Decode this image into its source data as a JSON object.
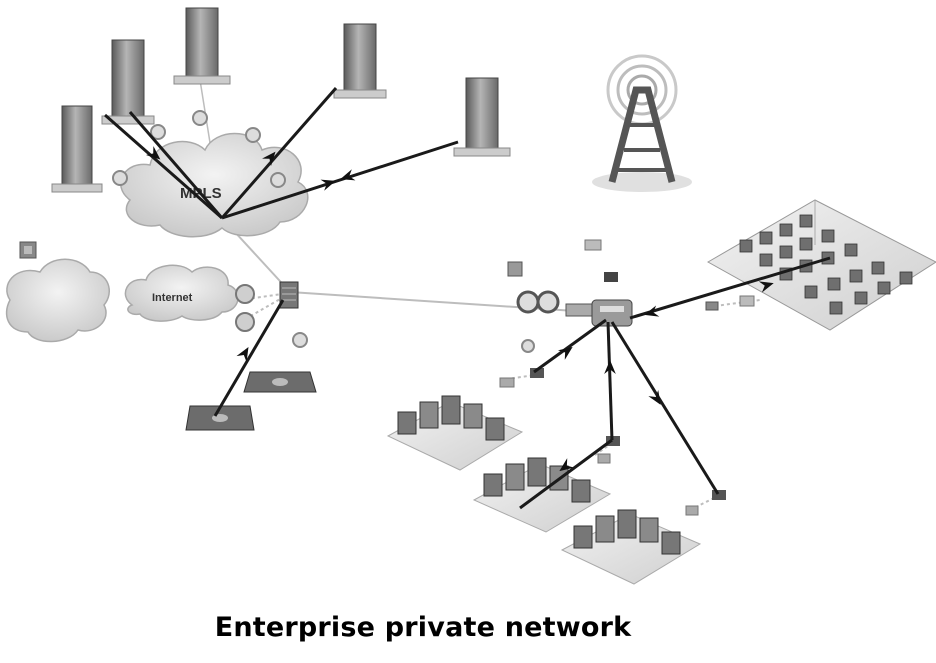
{
  "diagram": {
    "caption": "Enterprise private network",
    "clouds": {
      "mpls_label": "MPLS",
      "internet_label": "Internet"
    }
  },
  "colors": {
    "background": "#ffffff",
    "link": "#1a1a1a",
    "thin_link": "#bdbdbd",
    "cloud_fill": "#d9d9d9",
    "device_gray": "#8a8a8a"
  },
  "icons": [
    "server-tower-icon",
    "cloud-icon",
    "router-icon",
    "radio-tower-icon",
    "firewall-icon",
    "wireless-access-point-icon",
    "office-floor-icon",
    "arrow-icon"
  ]
}
